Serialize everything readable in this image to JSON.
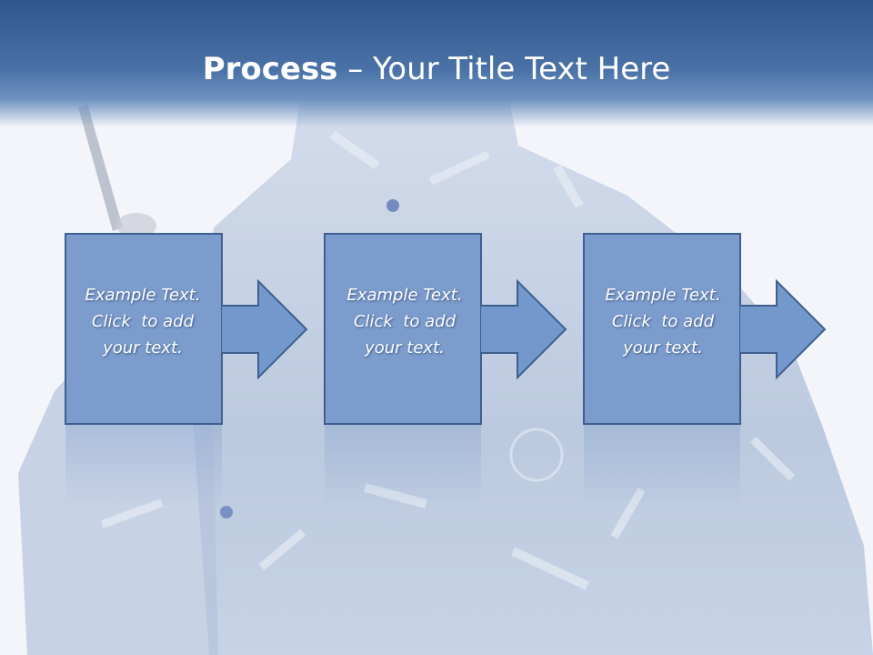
{
  "title": {
    "bold": "Process",
    "rest": " – Your Title Text Here"
  },
  "steps": [
    {
      "lines": [
        "Example Text.",
        "Click  to add",
        "your text."
      ]
    },
    {
      "lines": [
        "Example Text.",
        "Click  to add",
        "your text."
      ]
    },
    {
      "lines": [
        "Example Text.",
        "Click  to add",
        "your text."
      ]
    }
  ],
  "colors": {
    "header": "#3a6398",
    "box_fill": "#7b9ccd",
    "box_stroke": "#3f5f8f",
    "arrow_fill": "#7398cb"
  }
}
